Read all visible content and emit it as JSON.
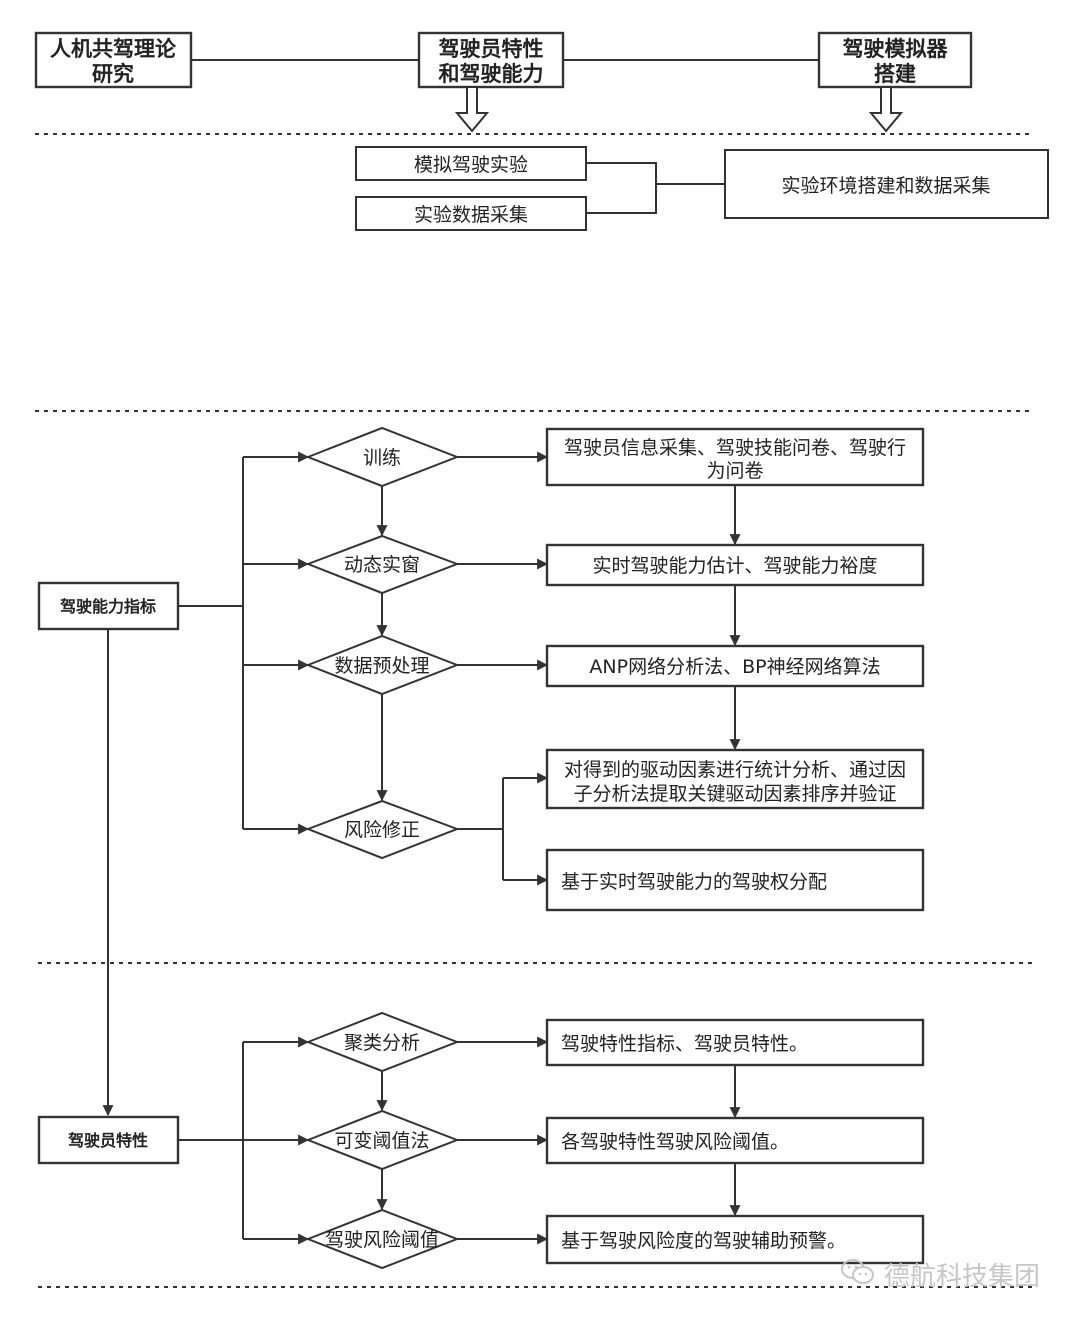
{
  "top": {
    "box1": [
      "人机共驾理论",
      "研究"
    ],
    "box2": [
      "驾驶员特性",
      "和驾驶能力"
    ],
    "box3": [
      "驾驶模拟器",
      "搭建"
    ],
    "sim_exp": "模拟驾驶实验",
    "data_collect": "实验数据采集",
    "env_setup": "实验环境搭建和数据采集"
  },
  "ability": {
    "label": "驾驶能力指标",
    "steps": [
      "训练",
      "动态实窗",
      "数据预处理",
      "风险修正"
    ],
    "results": [
      [
        "驾驶员信息采集、驾驶技能问卷、驾驶行",
        "为问卷"
      ],
      [
        "实时驾驶能力估计、驾驶能力裕度"
      ],
      [
        "ANP网络分析法、BP神经网络算法"
      ],
      [
        "对得到的驱动因素进行统计分析、通过因",
        "子分析法提取关键驱动因素排序并验证"
      ],
      [
        "基于实时驾驶能力的驾驶权分配"
      ]
    ]
  },
  "traits": {
    "label": "驾驶员特性",
    "steps": [
      "聚类分析",
      "可变阈值法",
      "驾驶风险阈值"
    ],
    "results": [
      "驾驶特性指标、驾驶员特性。",
      "各驾驶特性驾驶风险阈值。",
      "基于驾驶风险度的驾驶辅助预警。"
    ]
  },
  "watermark": {
    "text": "德航科技集团",
    "icon": "wechat-icon"
  }
}
